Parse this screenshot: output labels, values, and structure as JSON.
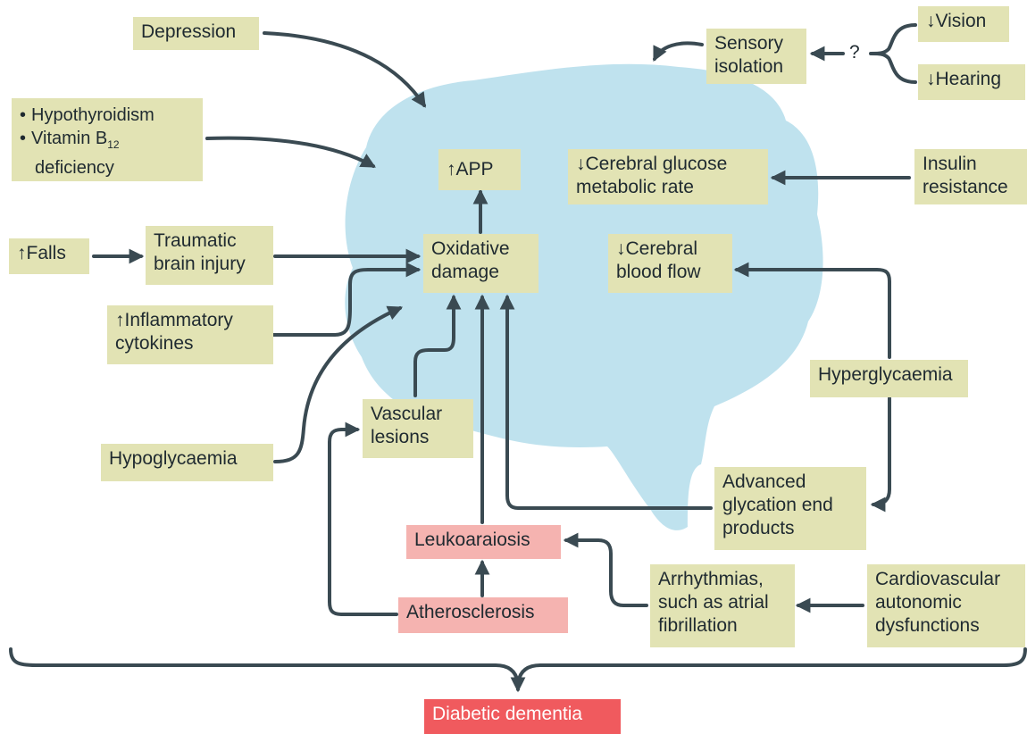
{
  "nodes": {
    "depression": "Depression",
    "hypothyroidism": "Hypothyroidism",
    "vitamin_b12": "Vitamin B",
    "vitamin_b12_sub": "12",
    "deficiency": "deficiency",
    "app": "↑APP",
    "cerebral_glucose_1": "↓Cerebral glucose",
    "cerebral_glucose_2": "metabolic rate",
    "insulin_1": "Insulin",
    "insulin_2": "resistance",
    "sensory_1": "Sensory",
    "sensory_2": "isolation",
    "question": "?",
    "vision": "↓Vision",
    "hearing": "↓Hearing",
    "falls": "↑Falls",
    "tbi_1": "Traumatic",
    "tbi_2": "brain injury",
    "oxidative_1": "Oxidative",
    "oxidative_2": "damage",
    "blood_flow_1": "↓Cerebral",
    "blood_flow_2": "blood flow",
    "cytokines_1": "↑Inflammatory",
    "cytokines_2": "cytokines",
    "hyperglycaemia": "Hyperglycaemia",
    "vascular_1": "Vascular",
    "vascular_2": "lesions",
    "hypoglycaemia": "Hypoglycaemia",
    "age_1": "Advanced",
    "age_2": "glycation end",
    "age_3": "products",
    "leukoaraiosis": "Leukoaraiosis",
    "arrhythmias_1": "Arrhythmias,",
    "arrhythmias_2": "such as atrial",
    "arrhythmias_3": "fibrillation",
    "cardio_1": "Cardiovascular",
    "cardio_2": "autonomic",
    "cardio_3": "dysfunctions",
    "atherosclerosis": "Atherosclerosis",
    "diabetic_dementia": "Diabetic dementia"
  },
  "colors": {
    "brain": "#bfe2ee",
    "box": "#e2e3b4",
    "pink_box": "#f5b3b0",
    "red_box": "#f05a5e",
    "arrow": "#3a4a52"
  },
  "icons": [
    "brain-silhouette-icon",
    "arrow-icon",
    "curly-brace-icon"
  ]
}
